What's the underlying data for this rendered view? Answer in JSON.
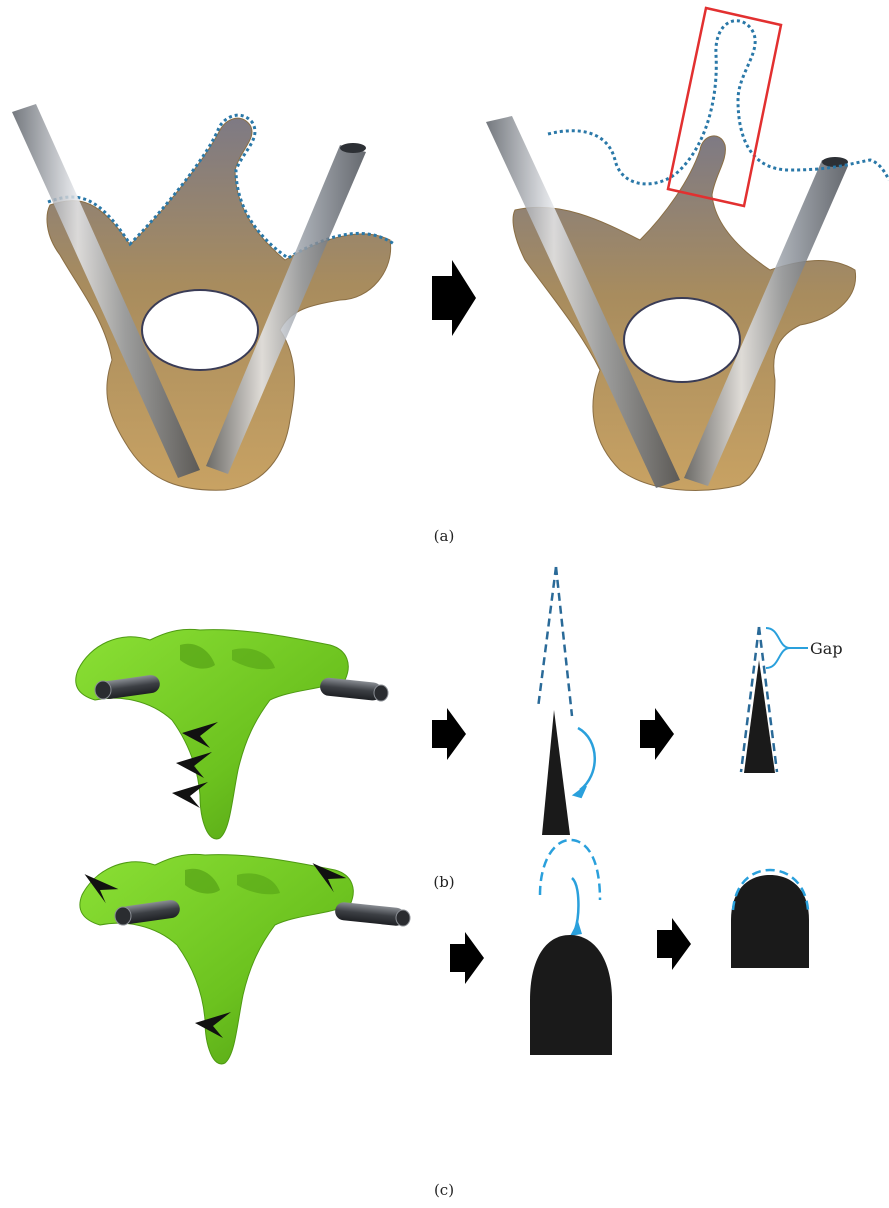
{
  "panels": {
    "a": {
      "caption": "(a)"
    },
    "b": {
      "caption": "(b)",
      "gap_label": "Gap"
    },
    "c": {
      "caption": "(c)"
    }
  },
  "colors": {
    "bone": "#b9955a",
    "bone_shadow": "#6b6a78",
    "green_bone": "#7fd128",
    "green_shadow": "#4e9a12",
    "rod": "#9aa0a8",
    "dotted_outline": "#2a78a8",
    "dashed_blue": "#2aa0dc",
    "dark_blue_dash": "#2a6a98",
    "highlight_box": "#e23030",
    "arrow": "#000000",
    "shape_fill": "#1a1a1a"
  },
  "icons": [
    "right-arrow-icon",
    "arrowhead-marker-icon"
  ]
}
